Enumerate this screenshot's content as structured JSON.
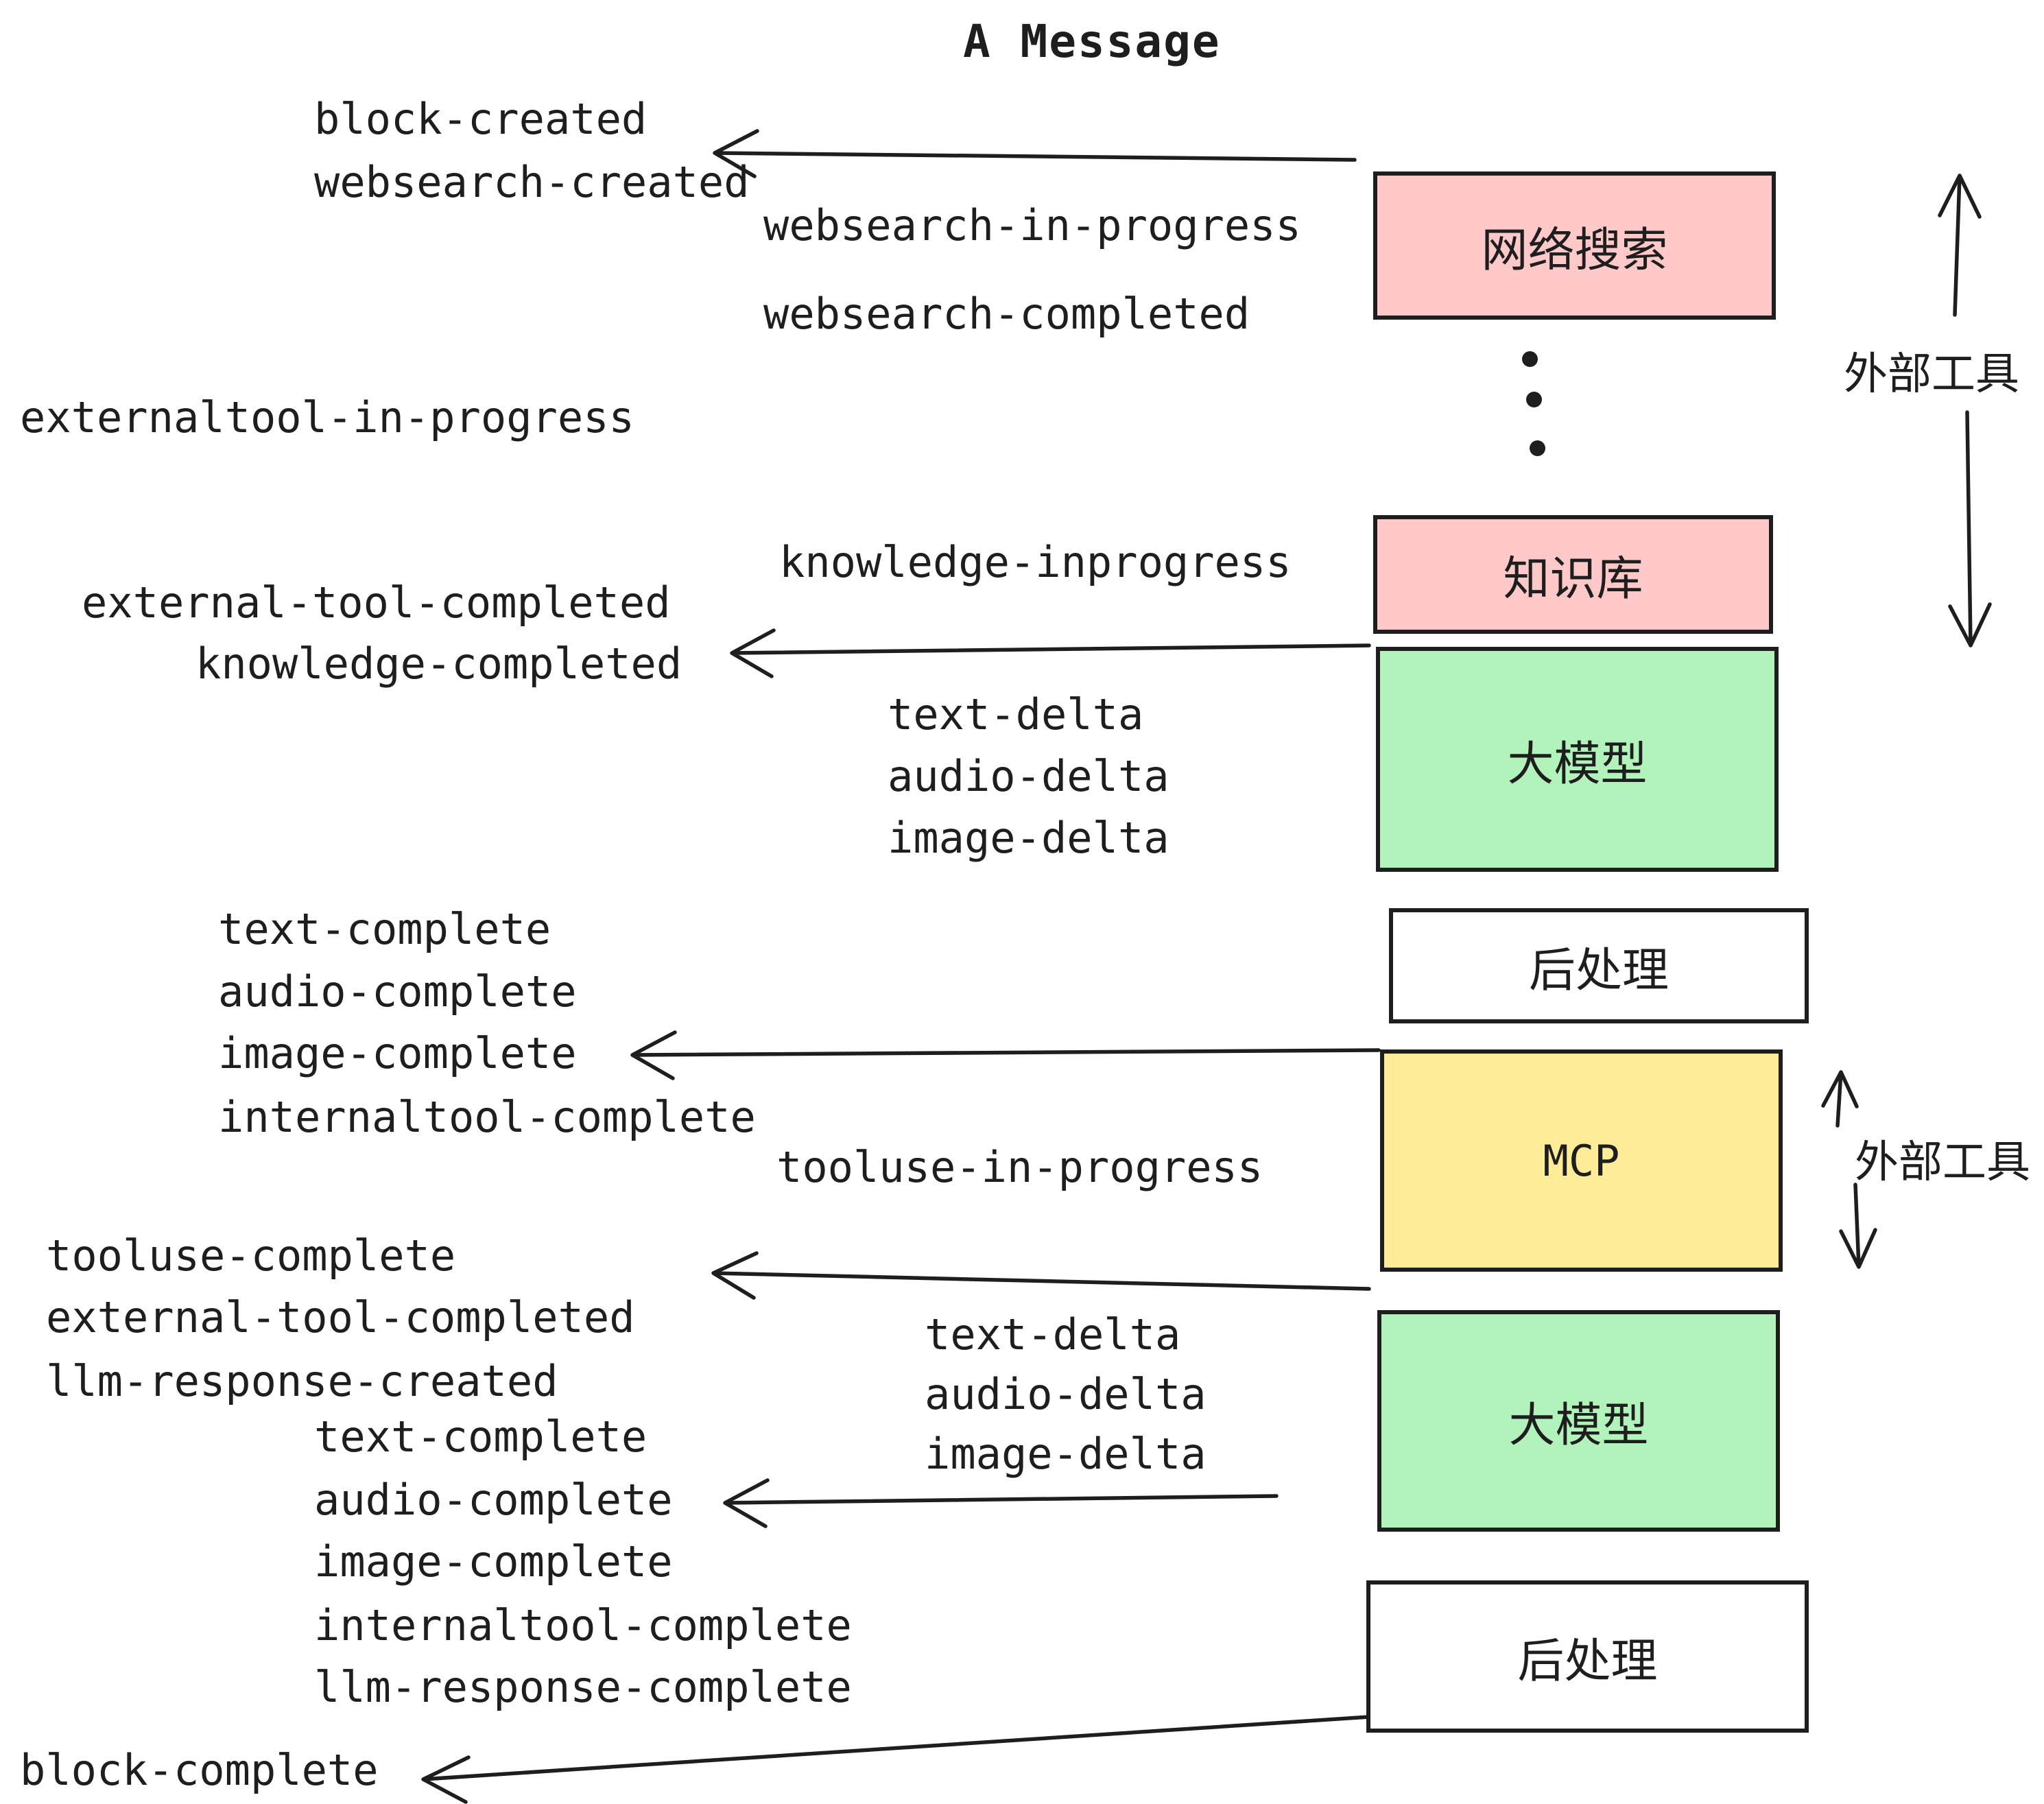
{
  "title": "A Message",
  "colors": {
    "ink": "#1e1e1e",
    "pink_fill": "#ffc9c9",
    "green_fill": "#b2f2bb",
    "yellow_fill": "#ffec99",
    "white_fill": "#ffffff"
  },
  "labels": {
    "block_created": "block-created",
    "websearch_created": "websearch-created",
    "websearch_in_progress": "websearch-in-progress",
    "websearch_completed": "websearch-completed",
    "externaltool_in_progress": "externaltool-in-progress",
    "knowledge_inprogress": "knowledge-inprogress",
    "external_tool_completed": "external-tool-completed",
    "knowledge_completed": "knowledge-completed",
    "text_delta": "text-delta",
    "audio_delta": "audio-delta",
    "image_delta": "image-delta",
    "text_complete": "text-complete",
    "audio_complete": "audio-complete",
    "image_complete": "image-complete",
    "internaltool_complete": "internaltool-complete",
    "tooluse_in_progress": "tooluse-in-progress",
    "tooluse_complete": "tooluse-complete",
    "llm_response_created": "llm-response-created",
    "llm_response_complete": "llm-response-complete",
    "block_complete": "block-complete",
    "external_tools": "外部工具"
  },
  "boxes": {
    "websearch": {
      "label": "网络搜索",
      "fill": "#ffc9c9"
    },
    "knowledge": {
      "label": "知识库",
      "fill": "#ffc9c9"
    },
    "llm1": {
      "label": "大模型",
      "fill": "#b2f2bb"
    },
    "post1": {
      "label": "后处理",
      "fill": "#ffffff"
    },
    "mcp": {
      "label": "MCP",
      "fill": "#ffec99"
    },
    "llm2": {
      "label": "大模型",
      "fill": "#b2f2bb"
    },
    "post2": {
      "label": "后处理",
      "fill": "#ffffff"
    }
  },
  "flow": {
    "arrows_left": [
      "网络搜索 -> block-created / websearch-created",
      "知识库|大模型 -> external-tool-completed / knowledge-completed",
      "MCP top -> text/audio/image-complete + internaltool-complete",
      "MCP bottom -> tooluse-complete / external-tool-completed / llm-response-created",
      "大模型 2 -> text/audio/image-complete + internaltool-complete + llm-response-complete",
      "后处理 2 -> block-complete"
    ],
    "arrows_right": [
      "外部工具 double arrow spanning 网络搜索..知识库",
      "外部工具 double arrow beside MCP"
    ]
  }
}
